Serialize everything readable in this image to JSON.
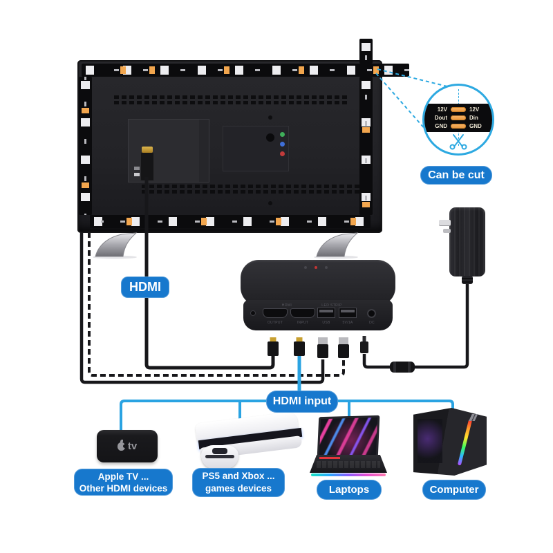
{
  "callout": {
    "pin_rows": [
      {
        "left": "12V",
        "right": "12V"
      },
      {
        "left": "Dout",
        "right": "Din"
      },
      {
        "left": "GND",
        "right": "GND"
      }
    ],
    "caption": "Can be cut"
  },
  "cable_labels": {
    "hdmi": "HDMI",
    "hdmi_input": "HDMI input"
  },
  "control_box": {
    "group_labels": [
      "HDMI",
      "LED STRIP"
    ],
    "port_labels": [
      "OUTPUT",
      "INPUT",
      "USB",
      "5V/1A",
      "DC"
    ]
  },
  "devices": {
    "apple_tv": {
      "logo_text": "tv",
      "label_line1": "Apple TV ...",
      "label_line2": "Other HDMI devices"
    },
    "ps5": {
      "label_line1": "PS5 and Xbox ...",
      "label_line2": "games devices"
    },
    "laptop": {
      "label": "Laptops"
    },
    "computer": {
      "label": "Computer"
    }
  },
  "colors": {
    "button_blue": "#1778cd",
    "line_blue": "#2aa3e2",
    "callout_blue": "#2da9e1",
    "pad_orange": "#f2a64e",
    "cable_black": "#17171a"
  }
}
